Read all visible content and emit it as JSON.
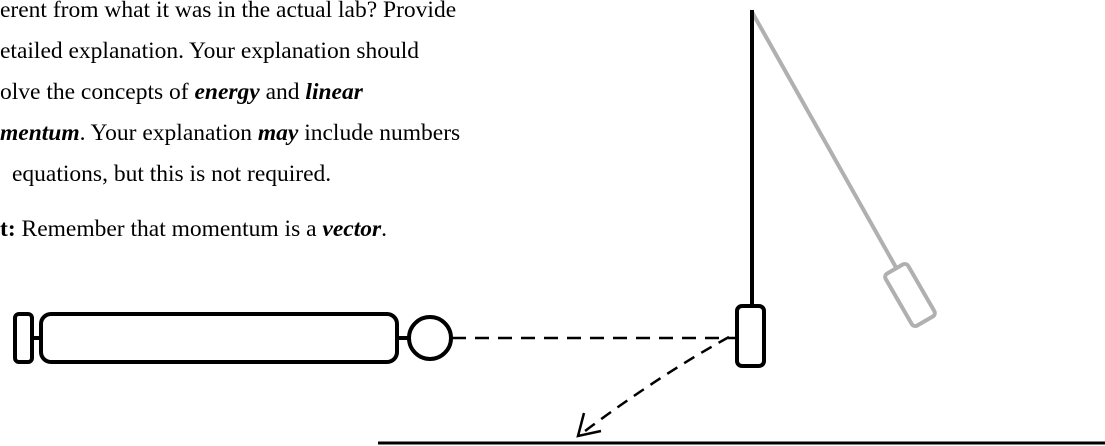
{
  "question_text": {
    "lines": [
      {
        "parts": [
          {
            "t": "erent from what it was in the actual lab? Provide",
            "s": ""
          }
        ]
      },
      {
        "parts": [
          {
            "t": "etailed explanation. Your explanation should",
            "s": ""
          }
        ]
      },
      {
        "parts": [
          {
            "t": "olve the concepts of ",
            "s": ""
          },
          {
            "t": "energy",
            "s": "bi"
          },
          {
            "t": " and ",
            "s": ""
          },
          {
            "t": "linear",
            "s": "bi"
          }
        ]
      },
      {
        "parts": [
          {
            "t": "mentum",
            "s": "bi"
          },
          {
            "t": ". Your explanation ",
            "s": ""
          },
          {
            "t": "may",
            "s": "bi"
          },
          {
            "t": " include numbers",
            "s": ""
          }
        ]
      },
      {
        "parts": [
          {
            "t": "equations, but this is not required.",
            "s": ""
          }
        ]
      }
    ]
  },
  "hint": {
    "parts": [
      {
        "t": "t:",
        "s": "b"
      },
      {
        "t": " Remember that momentum is a ",
        "s": ""
      },
      {
        "t": "vector",
        "s": "bi"
      },
      {
        "t": ".",
        "s": ""
      }
    ]
  },
  "diagram": {
    "colors": {
      "ink": "#000000",
      "ghost": "#b0b0b0",
      "background": "#ffffff"
    },
    "components": [
      "launcher-plunger",
      "launcher-barrel",
      "projectile-ball",
      "ball-path",
      "pendulum-rod",
      "pendulum-bob",
      "pendulum-ghost-rod",
      "pendulum-ghost-bob",
      "deflection-arrow",
      "floor-line"
    ]
  }
}
